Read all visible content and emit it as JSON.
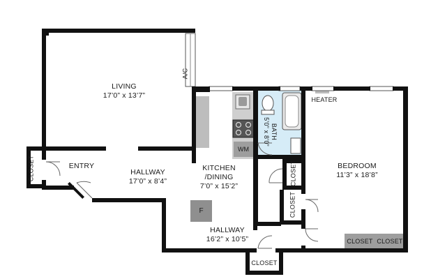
{
  "rooms": {
    "living": {
      "name": "LIVING",
      "size": "17’0” x 13’7”"
    },
    "hallway1": {
      "name": "HALLWAY",
      "size": "17’0” x 8’4”"
    },
    "kitchen": {
      "name": "KITCHEN",
      "name2": "/DINING",
      "size": "7’0” x 15’2”"
    },
    "bath": {
      "name": "BATH",
      "size": "5’0” x 8’0”"
    },
    "bedroom": {
      "name": "BEDROOM",
      "size": "11’3” x 18’8”"
    },
    "hallway2": {
      "name": "HALLWAY",
      "size": "16’2” x 10’5”"
    },
    "entry": {
      "name": "ENTRY"
    }
  },
  "fixtures": {
    "ac": "A/C",
    "heater": "HEATER",
    "wm": "WM",
    "fridge": "F"
  },
  "closets": {
    "entry_closet": "CLOSET",
    "bath_closet": "CLOSET",
    "hall_closet": "CLOSET",
    "bottom_closet": "CLOSET",
    "bedroom_closet_1": "CLOSET",
    "bedroom_closet_2": "CLOSET"
  },
  "colors": {
    "wall": "#111111",
    "bath_fill": "#d6ecf7",
    "fixture_gray": "#9e9e9e",
    "counter_gray": "#bdbdbd",
    "window_blue": "#cfe6f2"
  }
}
